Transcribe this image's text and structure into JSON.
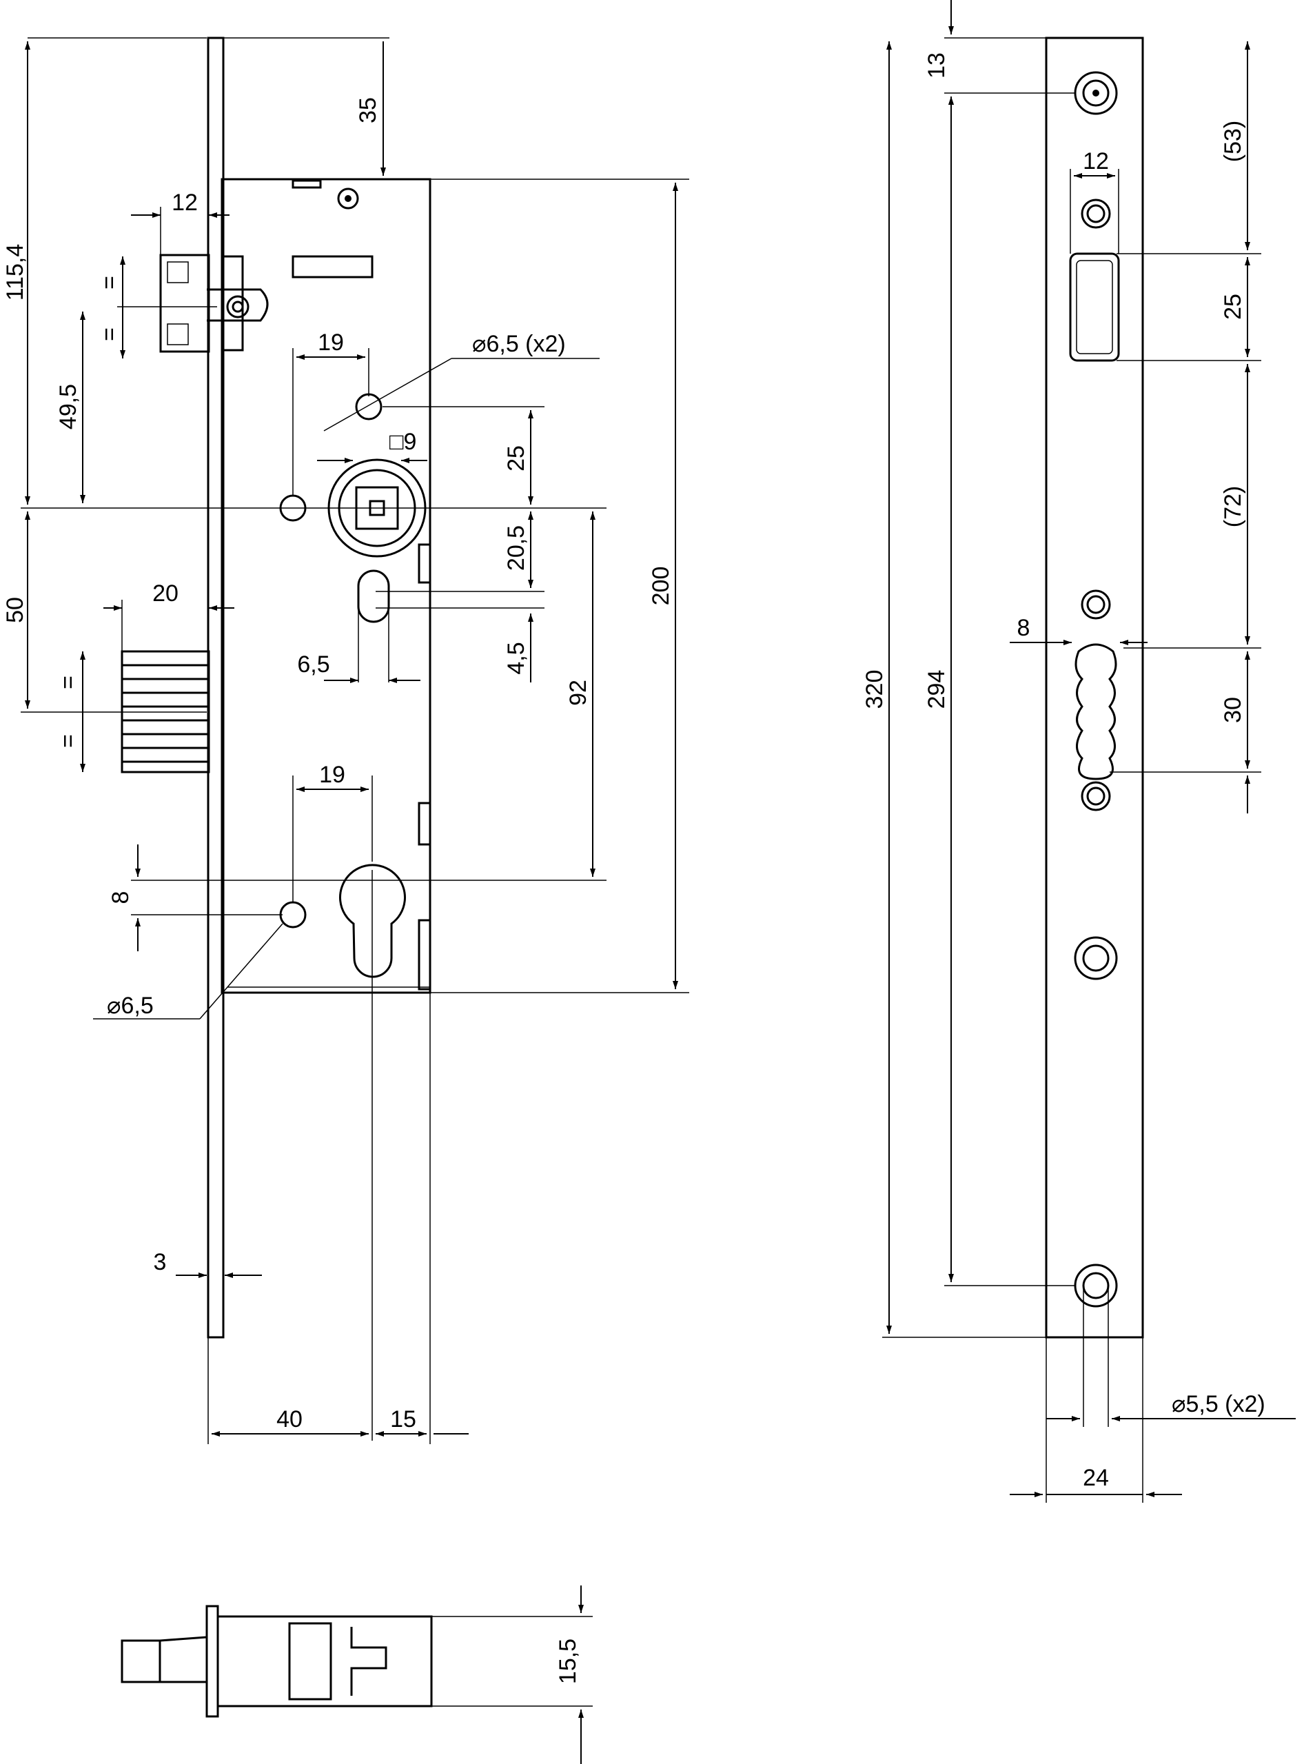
{
  "front_view": {
    "dim_115_4": "115,4",
    "dim_35": "35",
    "dim_12": "12",
    "dim_19_top": "19",
    "dim_phi_6_5_x2": "⌀6,5 (x2)",
    "dim_square_9": "□9",
    "dim_25": "25",
    "dim_49_5": "49,5",
    "dim_20_5": "20,5",
    "dim_4_5": "4,5",
    "dim_50": "50",
    "dim_20": "20",
    "dim_6_5": "6,5",
    "dim_92": "92",
    "dim_200": "200",
    "dim_19_bottom": "19",
    "dim_8": "8",
    "dim_phi_6_5": "⌀6,5",
    "dim_3": "3",
    "dim_40": "40",
    "dim_15": "15",
    "equal_mark": "="
  },
  "faceplate_view": {
    "dim_13": "13",
    "dim_53": "(53)",
    "dim_12": "12",
    "dim_25": "25",
    "dim_72": "(72)",
    "dim_8": "8",
    "dim_30": "30",
    "dim_320": "320",
    "dim_294": "294",
    "dim_phi_5_5_x2": "⌀5,5 (x2)",
    "dim_24": "24"
  },
  "top_view": {
    "dim_15_5": "15,5"
  }
}
